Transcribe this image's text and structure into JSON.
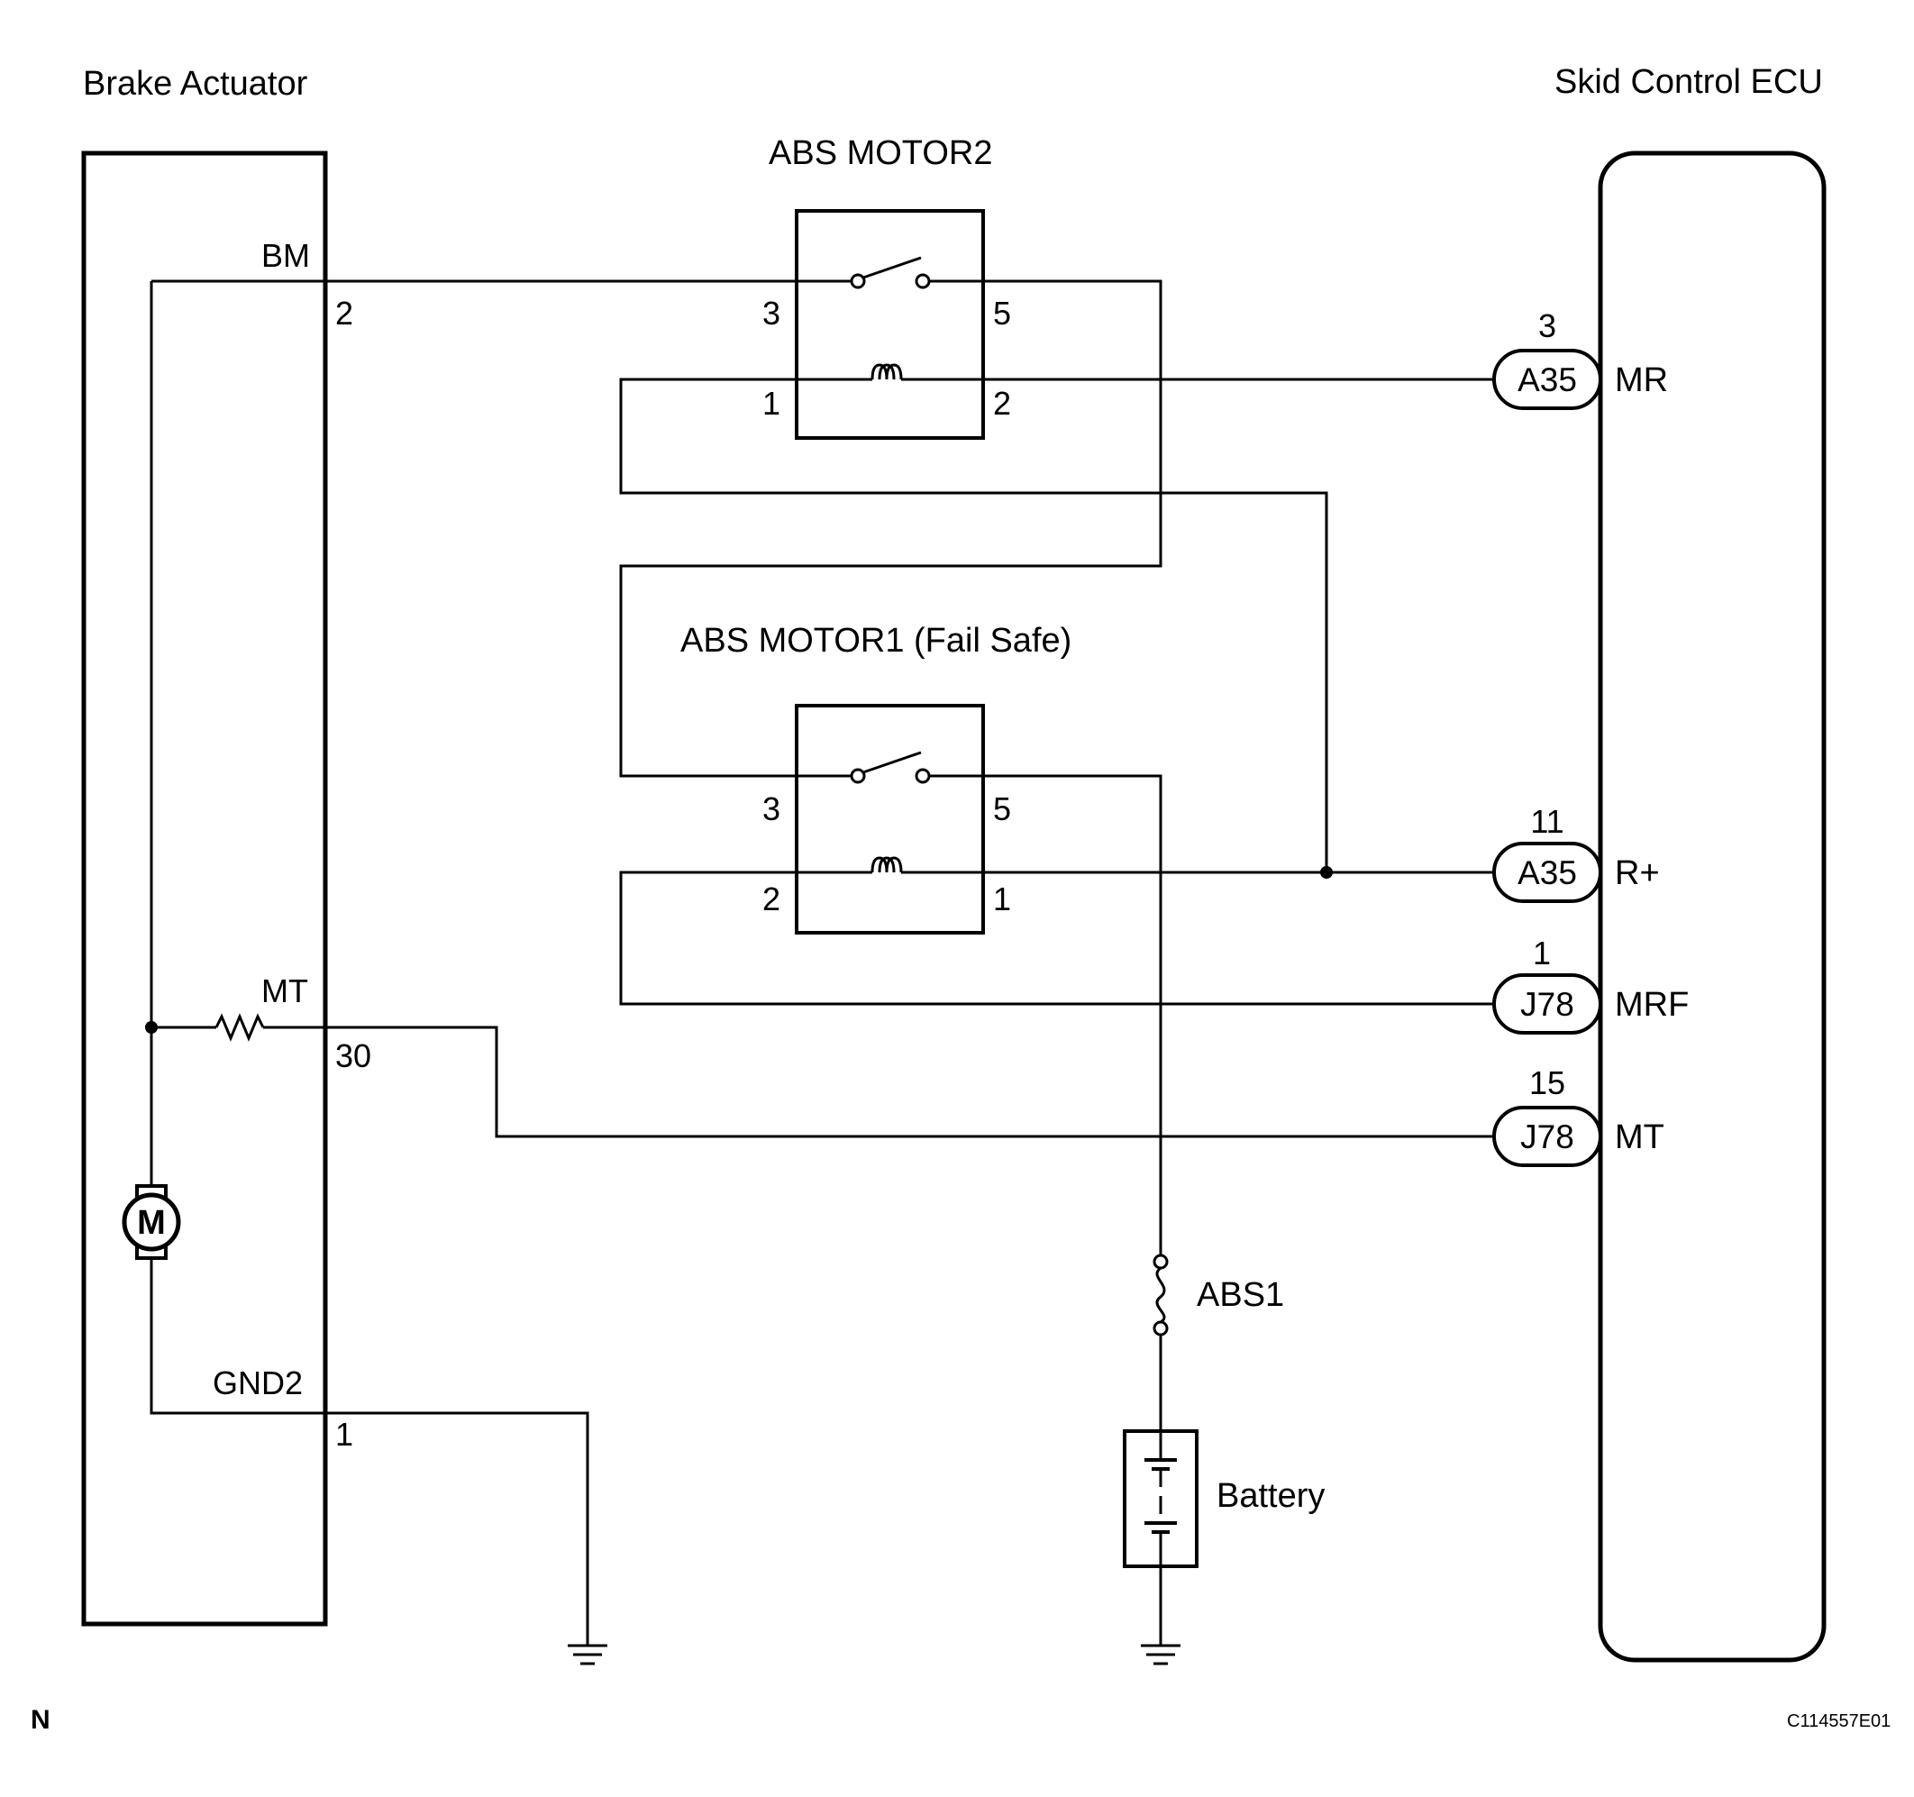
{
  "components": {
    "brake_actuator": "Brake Actuator",
    "skid_control_ecu": "Skid Control ECU",
    "abs_motor2": "ABS MOTOR2",
    "abs_motor1": "ABS MOTOR1 (Fail Safe)",
    "fuse": "ABS1",
    "battery": "Battery",
    "motor_symbol": "M"
  },
  "actuator_terminals": {
    "bm": {
      "name": "BM",
      "pin": "2"
    },
    "mt": {
      "name": "MT",
      "pin": "30"
    },
    "gnd2": {
      "name": "GND2",
      "pin": "1"
    }
  },
  "relay2_pins": {
    "sw_in": "3",
    "sw_out": "5",
    "coil_a": "1",
    "coil_b": "2"
  },
  "relay1_pins": {
    "sw_in": "3",
    "sw_out": "5",
    "coil_a": "2",
    "coil_b": "1"
  },
  "ecu_connectors": [
    {
      "pin": "3",
      "connector": "A35",
      "signal": "MR"
    },
    {
      "pin": "11",
      "connector": "A35",
      "signal": "R+"
    },
    {
      "pin": "1",
      "connector": "J78",
      "signal": "MRF"
    },
    {
      "pin": "15",
      "connector": "J78",
      "signal": "MT"
    }
  ],
  "footer": {
    "left": "N",
    "right": "C114557E01"
  }
}
